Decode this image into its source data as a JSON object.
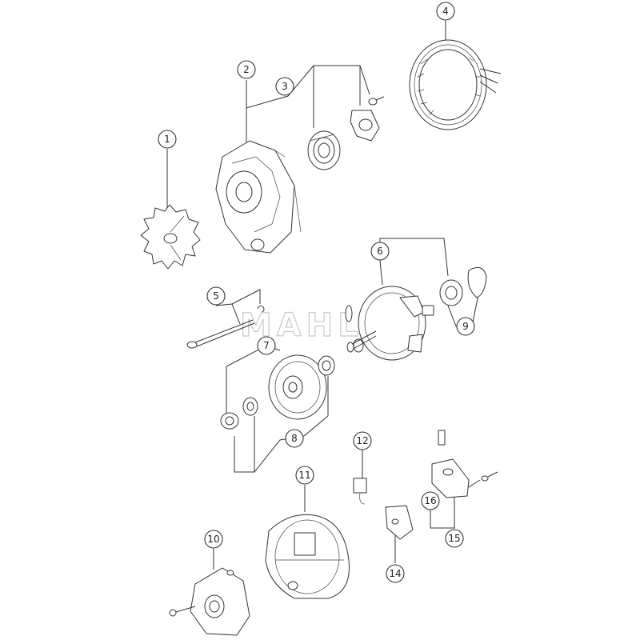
{
  "watermark": {
    "text": "MAHLE"
  },
  "callouts": [
    "1",
    "2",
    "3",
    "4",
    "5",
    "6",
    "7",
    "8",
    "9",
    "10",
    "11",
    "12",
    "14",
    "15",
    "16"
  ]
}
